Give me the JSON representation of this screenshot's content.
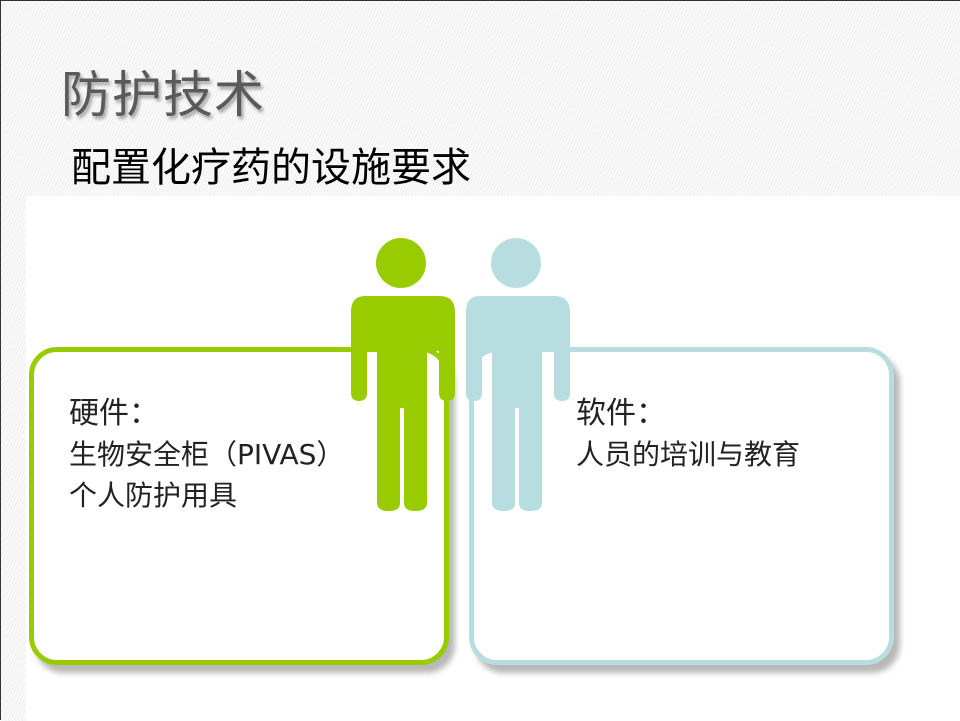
{
  "title": "防护技术",
  "subtitle": "配置化疗药的设施要求",
  "hardware": {
    "heading": "硬件：",
    "items": [
      "生物安全柜（PIVAS）",
      "个人防护用具"
    ]
  },
  "software": {
    "heading": "软件：",
    "items": [
      "人员的培训与教育"
    ]
  },
  "colors": {
    "hardware": "#99cc00",
    "software": "#b8dde1"
  }
}
